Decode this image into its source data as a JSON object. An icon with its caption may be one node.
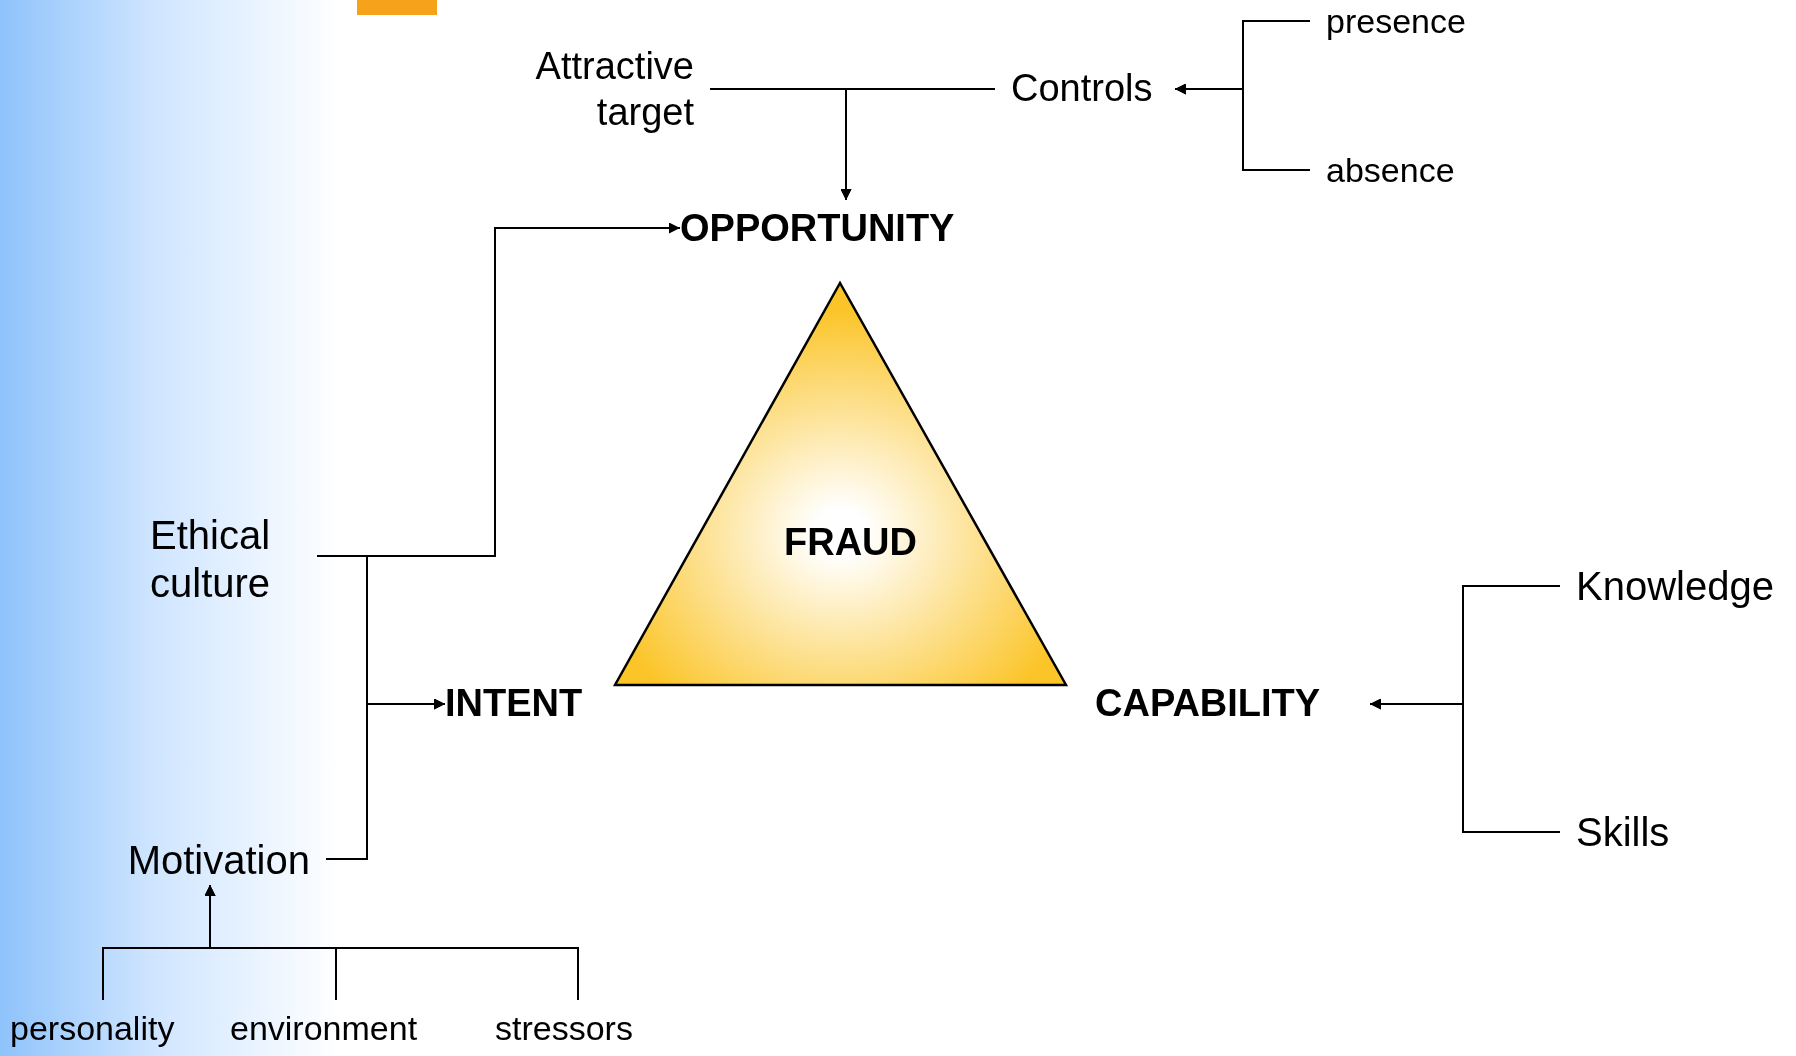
{
  "diagram": {
    "nodes": [
      {
        "text": [
          "Attractive target"
        ]
      },
      {
        "text": [
          "Controls"
        ]
      },
      {
        "text": [
          "presence"
        ]
      },
      {
        "text": [
          "absence"
        ]
      },
      {
        "text": [
          "OPPORTUNITY"
        ]
      },
      {
        "text": [
          "FRAUD"
        ]
      },
      {
        "text": [
          "Ethical culture"
        ]
      },
      {
        "text": [
          "INTENT"
        ]
      },
      {
        "text": [
          "CAPABILITY"
        ]
      },
      {
        "text": [
          "Knowledge"
        ]
      },
      {
        "text": [
          "Skills"
        ]
      },
      {
        "text": [
          "Motivation"
        ]
      },
      {
        "text": [
          "personality"
        ]
      },
      {
        "text": [
          "environment"
        ]
      },
      {
        "text": [
          "stressors"
        ]
      }
    ],
    "edges": [
      {
        "from": 0,
        "to": 4,
        "arrow": "to"
      },
      {
        "from": 1,
        "to": 4,
        "arrow": "to"
      },
      {
        "from": 2,
        "to": 1,
        "arrow": "to"
      },
      {
        "from": 3,
        "to": 1,
        "arrow": "to"
      },
      {
        "from": 6,
        "to": 4,
        "arrow": "to"
      },
      {
        "from": 6,
        "to": 7,
        "arrow": "to"
      },
      {
        "from": 11,
        "to": 7,
        "arrow": "to"
      },
      {
        "from": 9,
        "to": 8,
        "arrow": "to"
      },
      {
        "from": 10,
        "to": 8,
        "arrow": "to"
      },
      {
        "from": 12,
        "to": 11,
        "arrow": "to"
      },
      {
        "from": 13,
        "to": 11,
        "arrow": "to"
      },
      {
        "from": 14,
        "to": 11,
        "arrow": "to"
      }
    ]
  }
}
